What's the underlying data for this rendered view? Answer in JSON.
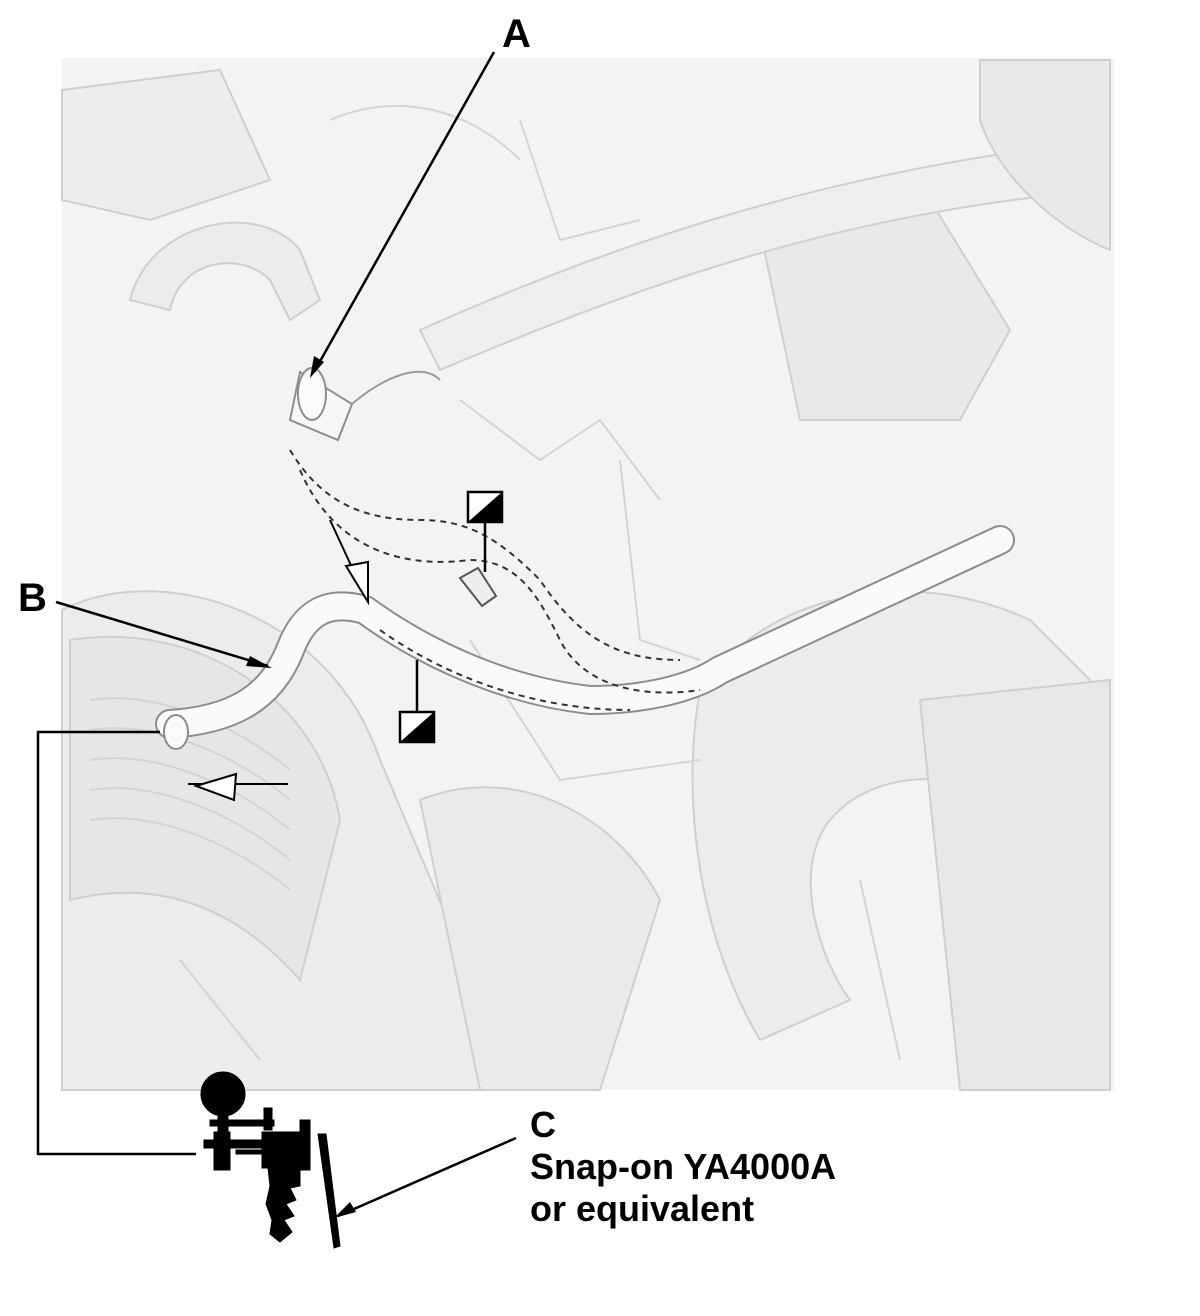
{
  "callouts": {
    "a": "A",
    "b": "B",
    "c": "C"
  },
  "tool": {
    "name": "Snap-on YA4000A",
    "note": "or equivalent"
  },
  "colors": {
    "ink": "#000000",
    "background_art": "#f1f1f1",
    "background_line": "#c9c9c9",
    "hose_fill": "#fafafa",
    "hose_outline": "#8c8c8c"
  },
  "icons": [
    "engine-bay-illustration",
    "vacuum-hose",
    "hose-clamp-icon",
    "quick-connector-icon",
    "disconnect-symbol-icon",
    "vacuum-pump-gauge-icon"
  ]
}
